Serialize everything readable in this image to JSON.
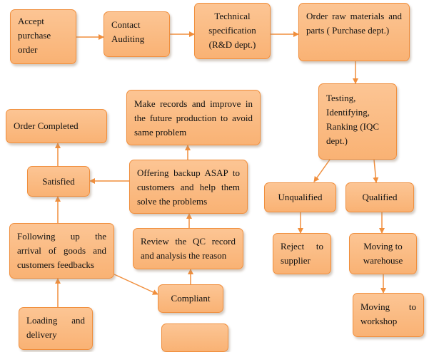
{
  "diagram": {
    "nodes": {
      "accept": "Accept purchase order",
      "contact": "Contact Auditing",
      "technical": "Technical specification (R&D dept.)",
      "order_raw": "Order raw materials and parts ( Purchase dept.)",
      "testing": "Testing, Identifying, Ranking (IQC dept.)",
      "unqualified": "Unqualified",
      "qualified": "Qualified",
      "reject": "Reject to supplier",
      "moving_warehouse": "Moving to warehouse",
      "moving_workshop": "Moving to workshop",
      "make_records": "Make records and improve in the future production to avoid same problem",
      "order_completed": "Order Completed",
      "satisfied": "Satisfied",
      "offering": "Offering backup ASAP to customers and help them solve the problems",
      "following": "Following up the arrival of goods and customers feedbacks",
      "review": "Review the QC record and analysis the reason",
      "compliant": "Compliant",
      "loading": "Loading and delivery",
      "partial_bottom": ""
    },
    "colors": {
      "box_fill": "#f9b274",
      "box_border": "#f08e3c",
      "arrow": "#f08e3c"
    }
  }
}
